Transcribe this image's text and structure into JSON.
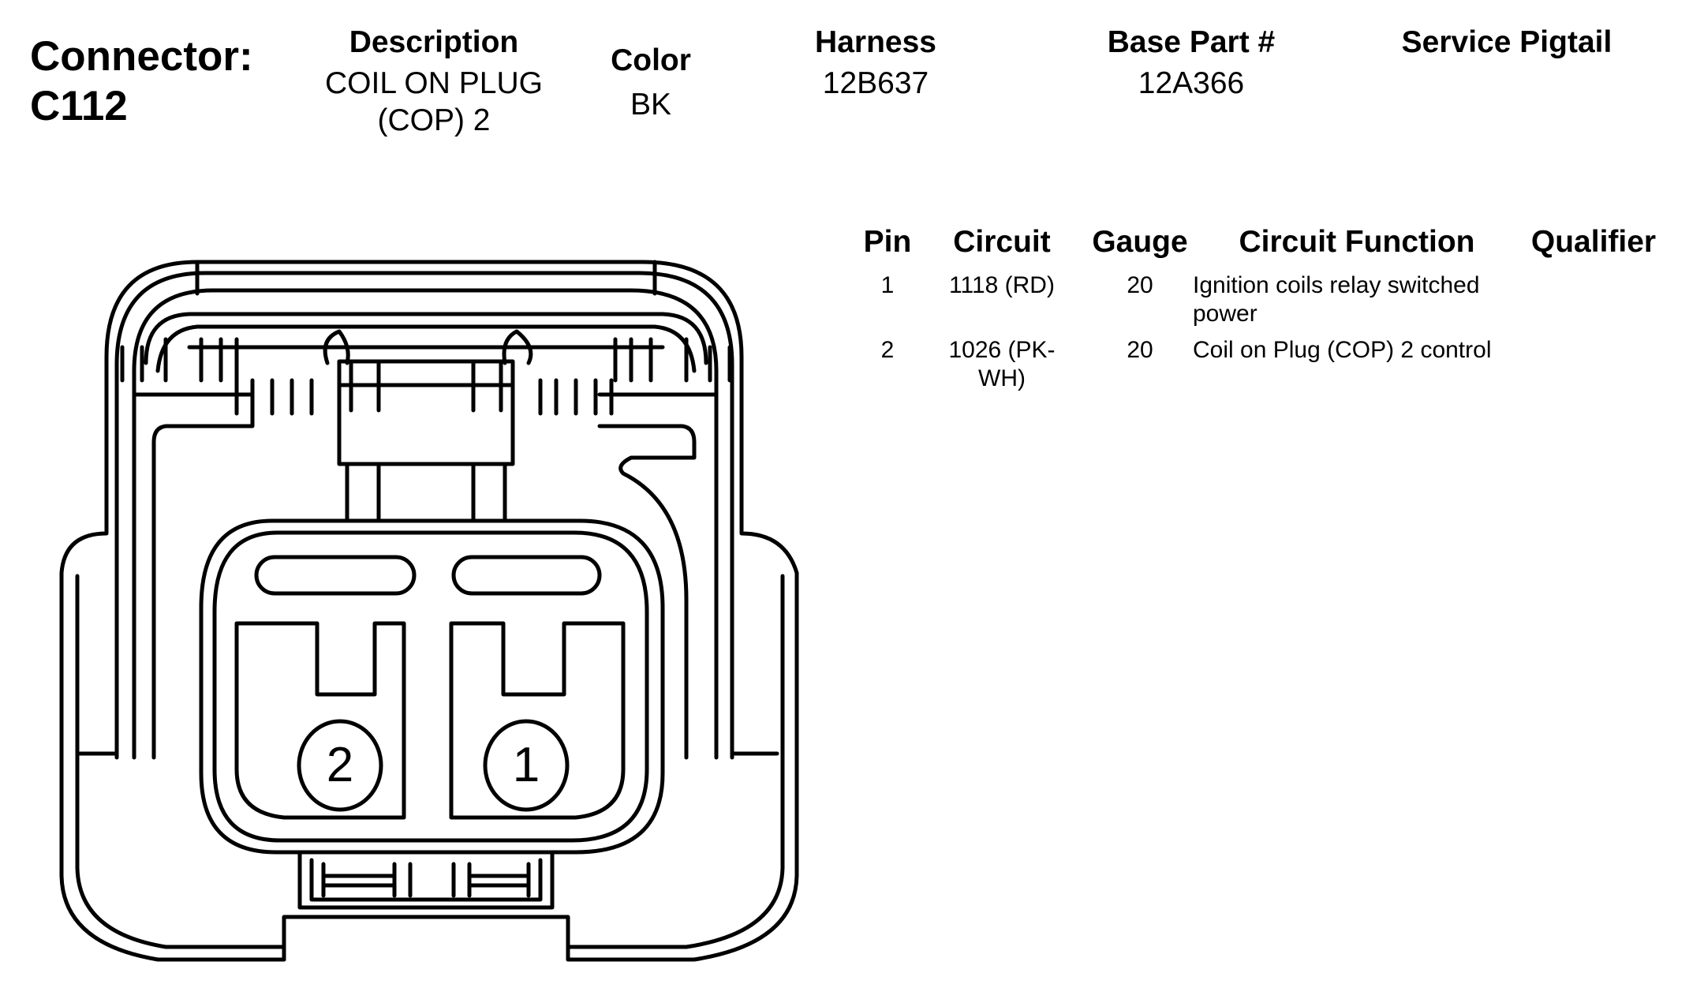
{
  "header": {
    "connector_label": "Connector:",
    "connector_id": "C112",
    "description_label": "Description",
    "description_value_line1": "COIL ON PLUG",
    "description_value_line2": "(COP) 2",
    "color_label": "Color",
    "color_value": "BK",
    "harness_label": "Harness",
    "harness_value": "12B637",
    "base_part_label": "Base Part #",
    "base_part_value": "12A366",
    "service_pigtail_label": "Service Pigtail",
    "service_pigtail_value": ""
  },
  "pin_table": {
    "columns": [
      "Pin",
      "Circuit",
      "Gauge",
      "Circuit Function",
      "Qualifier"
    ],
    "rows": [
      {
        "pin": "1",
        "circuit_line1": "1118 (RD)",
        "circuit_line2": "",
        "gauge": "20",
        "function_line1": "Ignition coils relay switched",
        "function_line2": "power",
        "qualifier": ""
      },
      {
        "pin": "2",
        "circuit_line1": "1026 (PK-",
        "circuit_line2": "WH)",
        "gauge": "20",
        "function_line1": "Coil on Plug (COP) 2 control",
        "function_line2": "",
        "qualifier": ""
      }
    ]
  },
  "diagram": {
    "cavity_left_number": "2",
    "cavity_right_number": "1"
  }
}
